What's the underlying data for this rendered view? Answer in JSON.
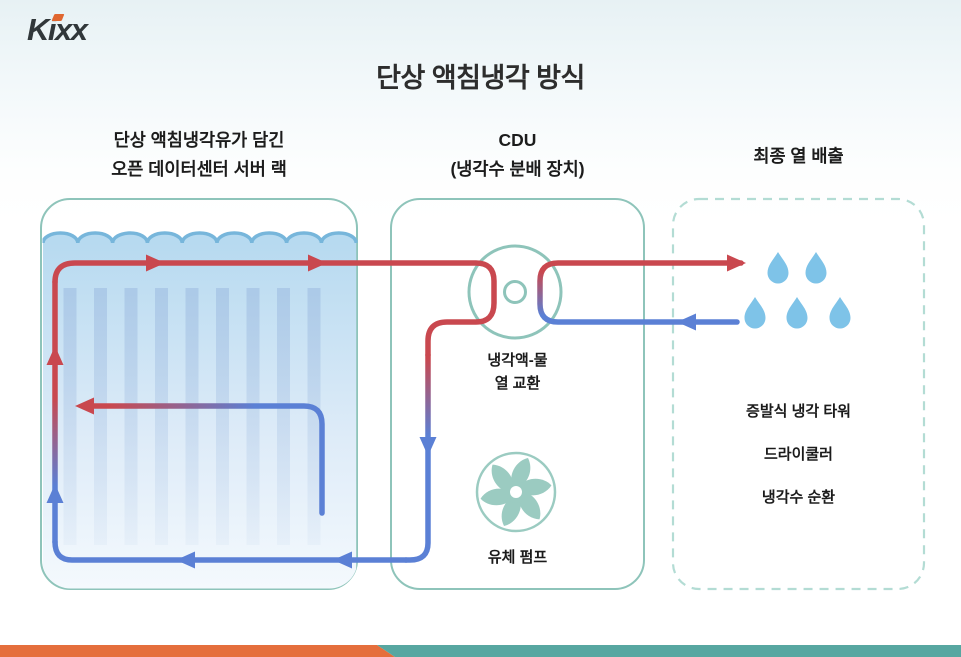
{
  "logo": {
    "text": "Kixx"
  },
  "title": "단상 액침냉각 방식",
  "columns": {
    "tank": {
      "header": "단상 액침냉각유가 담긴\n오픈 데이터센터 서버 랙"
    },
    "cdu": {
      "header": "CDU\n(냉각수 분배 장치)",
      "heat_exchanger_label": "냉각액-물\n열 교환",
      "pump_label": "유체 펌프"
    },
    "heat_out": {
      "header": "최종 열 배출",
      "items": [
        "증발식 냉각 타워",
        "드라이쿨러",
        "냉각수 순환"
      ]
    }
  },
  "flows": [
    {
      "name": "hot-line",
      "color": "#c9484f"
    },
    {
      "name": "cold-line",
      "color": "#5b80d5"
    }
  ],
  "colors": {
    "hot_red": "#c9484f",
    "cold_blue": "#5b80d5",
    "box_teal": "#8ec4ba",
    "dashed_teal": "#b3dcd4",
    "wave_blue": "#77b6db",
    "drop_blue": "#7ec3e8",
    "footer_orange": "#e56f3c",
    "footer_teal": "#57a7a1",
    "logo_accent_orange": "#e0662f"
  },
  "icons": {
    "pump": "impeller-icon",
    "heat_exchanger": "donut-circle-icon",
    "heat_discharge": "water-drop-icon",
    "liquid_surface": "wave-icon"
  }
}
